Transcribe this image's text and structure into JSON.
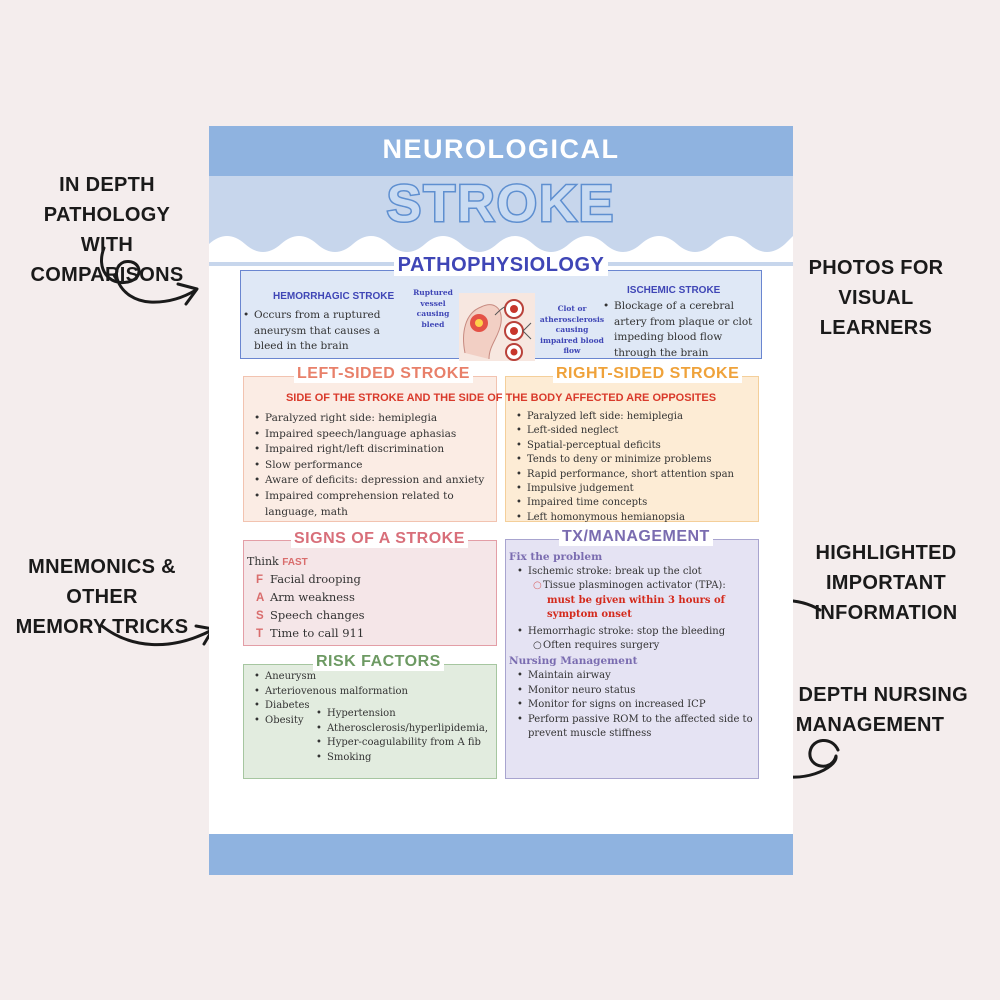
{
  "annotations": {
    "pathology": [
      "IN DEPTH PATHOLOGY",
      "WITH COMPARISONS"
    ],
    "photos": [
      "PHOTOS FOR VISUAL",
      "LEARNERS"
    ],
    "mnemonics": [
      "MNEMONICS & OTHER",
      "MEMORY TRICKS"
    ],
    "highlighted": [
      "HIGHLIGHTED",
      "IMPORTANT",
      "INFORMATION"
    ],
    "nursing": [
      "IN DEPTH NURSING",
      "MANAGEMENT"
    ]
  },
  "header": {
    "category": "NEUROLOGICAL",
    "title": "STROKE"
  },
  "patho": {
    "title": "PATHOPHYSIOLOGY",
    "hemorrhagic": {
      "heading": "HEMORRHAGIC STROKE",
      "text": "Occurs from a ruptured aneurysm that causes a bleed in the brain"
    },
    "ischemic": {
      "heading": "ISCHEMIC STROKE",
      "text": "Blockage of a cerebral artery from plaque or clot impeding blood flow through the brain"
    },
    "caption_left": [
      "Ruptured",
      "vessel",
      "causing",
      "bleed"
    ],
    "caption_right": [
      "Clot or",
      "atherosclerosis",
      "causing",
      "impaired blood",
      "flow"
    ]
  },
  "opposites_note": "SIDE OF THE STROKE AND THE SIDE OF THE BODY AFFECTED ARE OPPOSITES",
  "left_sided": {
    "title": "LEFT-SIDED STROKE",
    "items": [
      "Paralyzed right side: hemiplegia",
      "Impaired speech/language aphasias",
      "Impaired right/left discrimination",
      "Slow performance",
      "Aware of deficits: depression and anxiety",
      "Impaired comprehension related to language, math"
    ]
  },
  "right_sided": {
    "title": "RIGHT-SIDED STROKE",
    "items": [
      "Paralyzed left side: hemiplegia",
      "Left-sided neglect",
      "Spatial-perceptual deficits",
      "Tends to deny or minimize problems",
      "Rapid performance, short attention span",
      "Impulsive judgement",
      "Impaired time concepts",
      "Left homonymous hemianopsia"
    ]
  },
  "signs": {
    "title": "SIGNS OF A STROKE",
    "think": "Think",
    "fast": "FAST",
    "rows": [
      {
        "letter": "F",
        "text": "Facial drooping"
      },
      {
        "letter": "A",
        "text": "Arm weakness"
      },
      {
        "letter": "S",
        "text": "Speech changes"
      },
      {
        "letter": "T",
        "text": "Time to call 911"
      }
    ]
  },
  "risk": {
    "title": "RISK FACTORS",
    "col1": [
      "Aneurysm",
      "Arteriovenous malformation",
      "Diabetes",
      "Obesity"
    ],
    "col2": [
      "Hypertension",
      "Atherosclerosis/hyperlipidemia,",
      "Hyper-coagulability from A fib",
      "Smoking"
    ]
  },
  "tx": {
    "title": "TX/MANAGEMENT",
    "fix_heading": "Fix the problem",
    "ischemic": "Ischemic stroke: break up the clot",
    "tpa": "Tissue plasminogen activator (TPA):",
    "tpa_warning": "must be given within 3 hours of symptom onset",
    "hemorrhagic": "Hemorrhagic stroke: stop the bleeding",
    "surgery": "Often requires surgery",
    "nursing_heading": "Nursing Management",
    "nursing_items": [
      "Maintain airway",
      "Monitor neuro status",
      "Monitor for signs on increased ICP",
      "Perform passive ROM to the affected side to prevent muscle stiffness"
    ]
  },
  "colors": {
    "band": "#8fb3e0",
    "patho": "#3f46b6",
    "left": "#e8806a",
    "right": "#efa23a",
    "signs": "#d86f7a",
    "risk": "#6d9a63",
    "tx": "#7a6cb0",
    "warning": "#d42a1c"
  }
}
